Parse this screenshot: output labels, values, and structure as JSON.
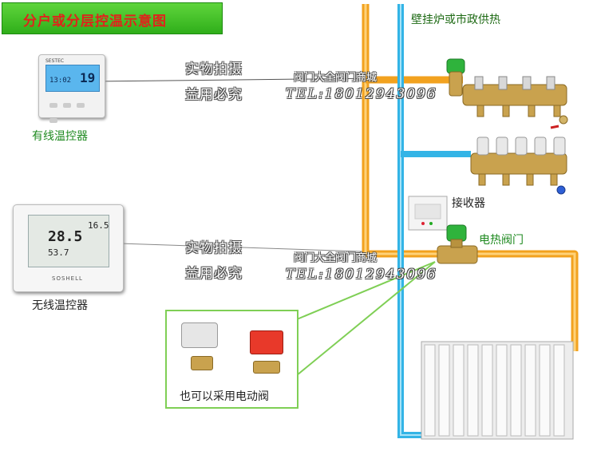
{
  "title": "分户或分层控温示意图",
  "labels": {
    "boiler": "壁挂炉或市政供热",
    "wired_thermostat": "有线温控器",
    "wireless_thermostat": "无线温控器",
    "receiver": "接收器",
    "electric_valve": "电热阀门",
    "motor_valve_note": "也可以采用电动阀"
  },
  "thermostat_wired": {
    "brand": "SESTEC",
    "time": "13:02",
    "temp": "19"
  },
  "thermostat_wireless": {
    "temp_main": "28.5",
    "temp_small": "16.5",
    "temp_set": "53.7",
    "brand": "SOSHELL"
  },
  "watermark": {
    "line1": "实物拍摄",
    "line2": "益用必究",
    "shop": "阀门大全阀门商城",
    "tel": "TEL:18012943096"
  },
  "colors": {
    "banner": "#3cc224",
    "title_text": "#e0231b",
    "supply_pipe": "#f2a21f",
    "return_pipe": "#33b4e6",
    "frame": "#7fcf55"
  }
}
